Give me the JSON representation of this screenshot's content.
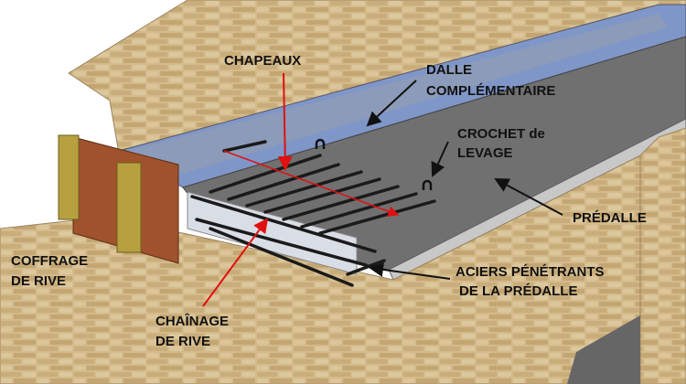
{
  "labels": {
    "chapeaux": "CHAPEAUX",
    "dalle_1": "DALLE",
    "dalle_2": "COMPLÉMENTAIRE",
    "crochet_1": "CROCHET de",
    "crochet_2": "LEVAGE",
    "predalle": "PRÉDALLE",
    "aciers_1": "ACIERS PÉNÉTRANTS",
    "aciers_2": "DE LA PRÉDALLE",
    "coffrage_1": "COFFRAGE",
    "coffrage_2": "DE RIVE",
    "chainage_1": "CHAÎNAGE",
    "chainage_2": "DE RIVE"
  },
  "colors": {
    "stone": "#d2b98a",
    "slab_blue": "#7f96c8",
    "predalle_grey": "#6e6e6e",
    "formwork_wood": "#a0522d",
    "post_yellow": "#b7a040",
    "arrow_red": "#e01010",
    "arrow_black": "#111111"
  }
}
